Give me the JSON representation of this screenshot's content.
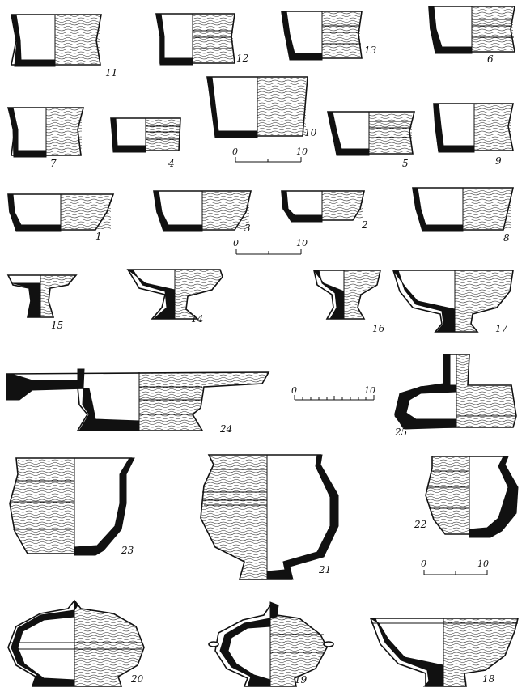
{
  "vessels": [
    {
      "id": "11",
      "label": "11"
    },
    {
      "id": "12",
      "label": "12"
    },
    {
      "id": "13",
      "label": "13"
    },
    {
      "id": "6",
      "label": "6"
    },
    {
      "id": "7",
      "label": "7"
    },
    {
      "id": "4",
      "label": "4"
    },
    {
      "id": "10",
      "label": "10"
    },
    {
      "id": "5",
      "label": "5"
    },
    {
      "id": "9",
      "label": "9"
    },
    {
      "id": "1",
      "label": "1"
    },
    {
      "id": "3",
      "label": "3"
    },
    {
      "id": "2",
      "label": "2"
    },
    {
      "id": "8",
      "label": "8"
    },
    {
      "id": "15",
      "label": "15"
    },
    {
      "id": "14",
      "label": "14"
    },
    {
      "id": "16",
      "label": "16"
    },
    {
      "id": "17",
      "label": "17"
    },
    {
      "id": "24",
      "label": "24"
    },
    {
      "id": "25",
      "label": "25"
    },
    {
      "id": "23",
      "label": "23"
    },
    {
      "id": "21",
      "label": "21"
    },
    {
      "id": "22",
      "label": "22"
    },
    {
      "id": "20",
      "label": "20"
    },
    {
      "id": "19",
      "label": "19"
    },
    {
      "id": "18",
      "label": "18"
    }
  ],
  "scales": [
    {
      "id": "a",
      "start": "0",
      "end": "10"
    },
    {
      "id": "b",
      "start": "0",
      "end": "10"
    },
    {
      "id": "c",
      "start": "0",
      "end": "10"
    },
    {
      "id": "d",
      "start": "0",
      "end": "10"
    }
  ]
}
